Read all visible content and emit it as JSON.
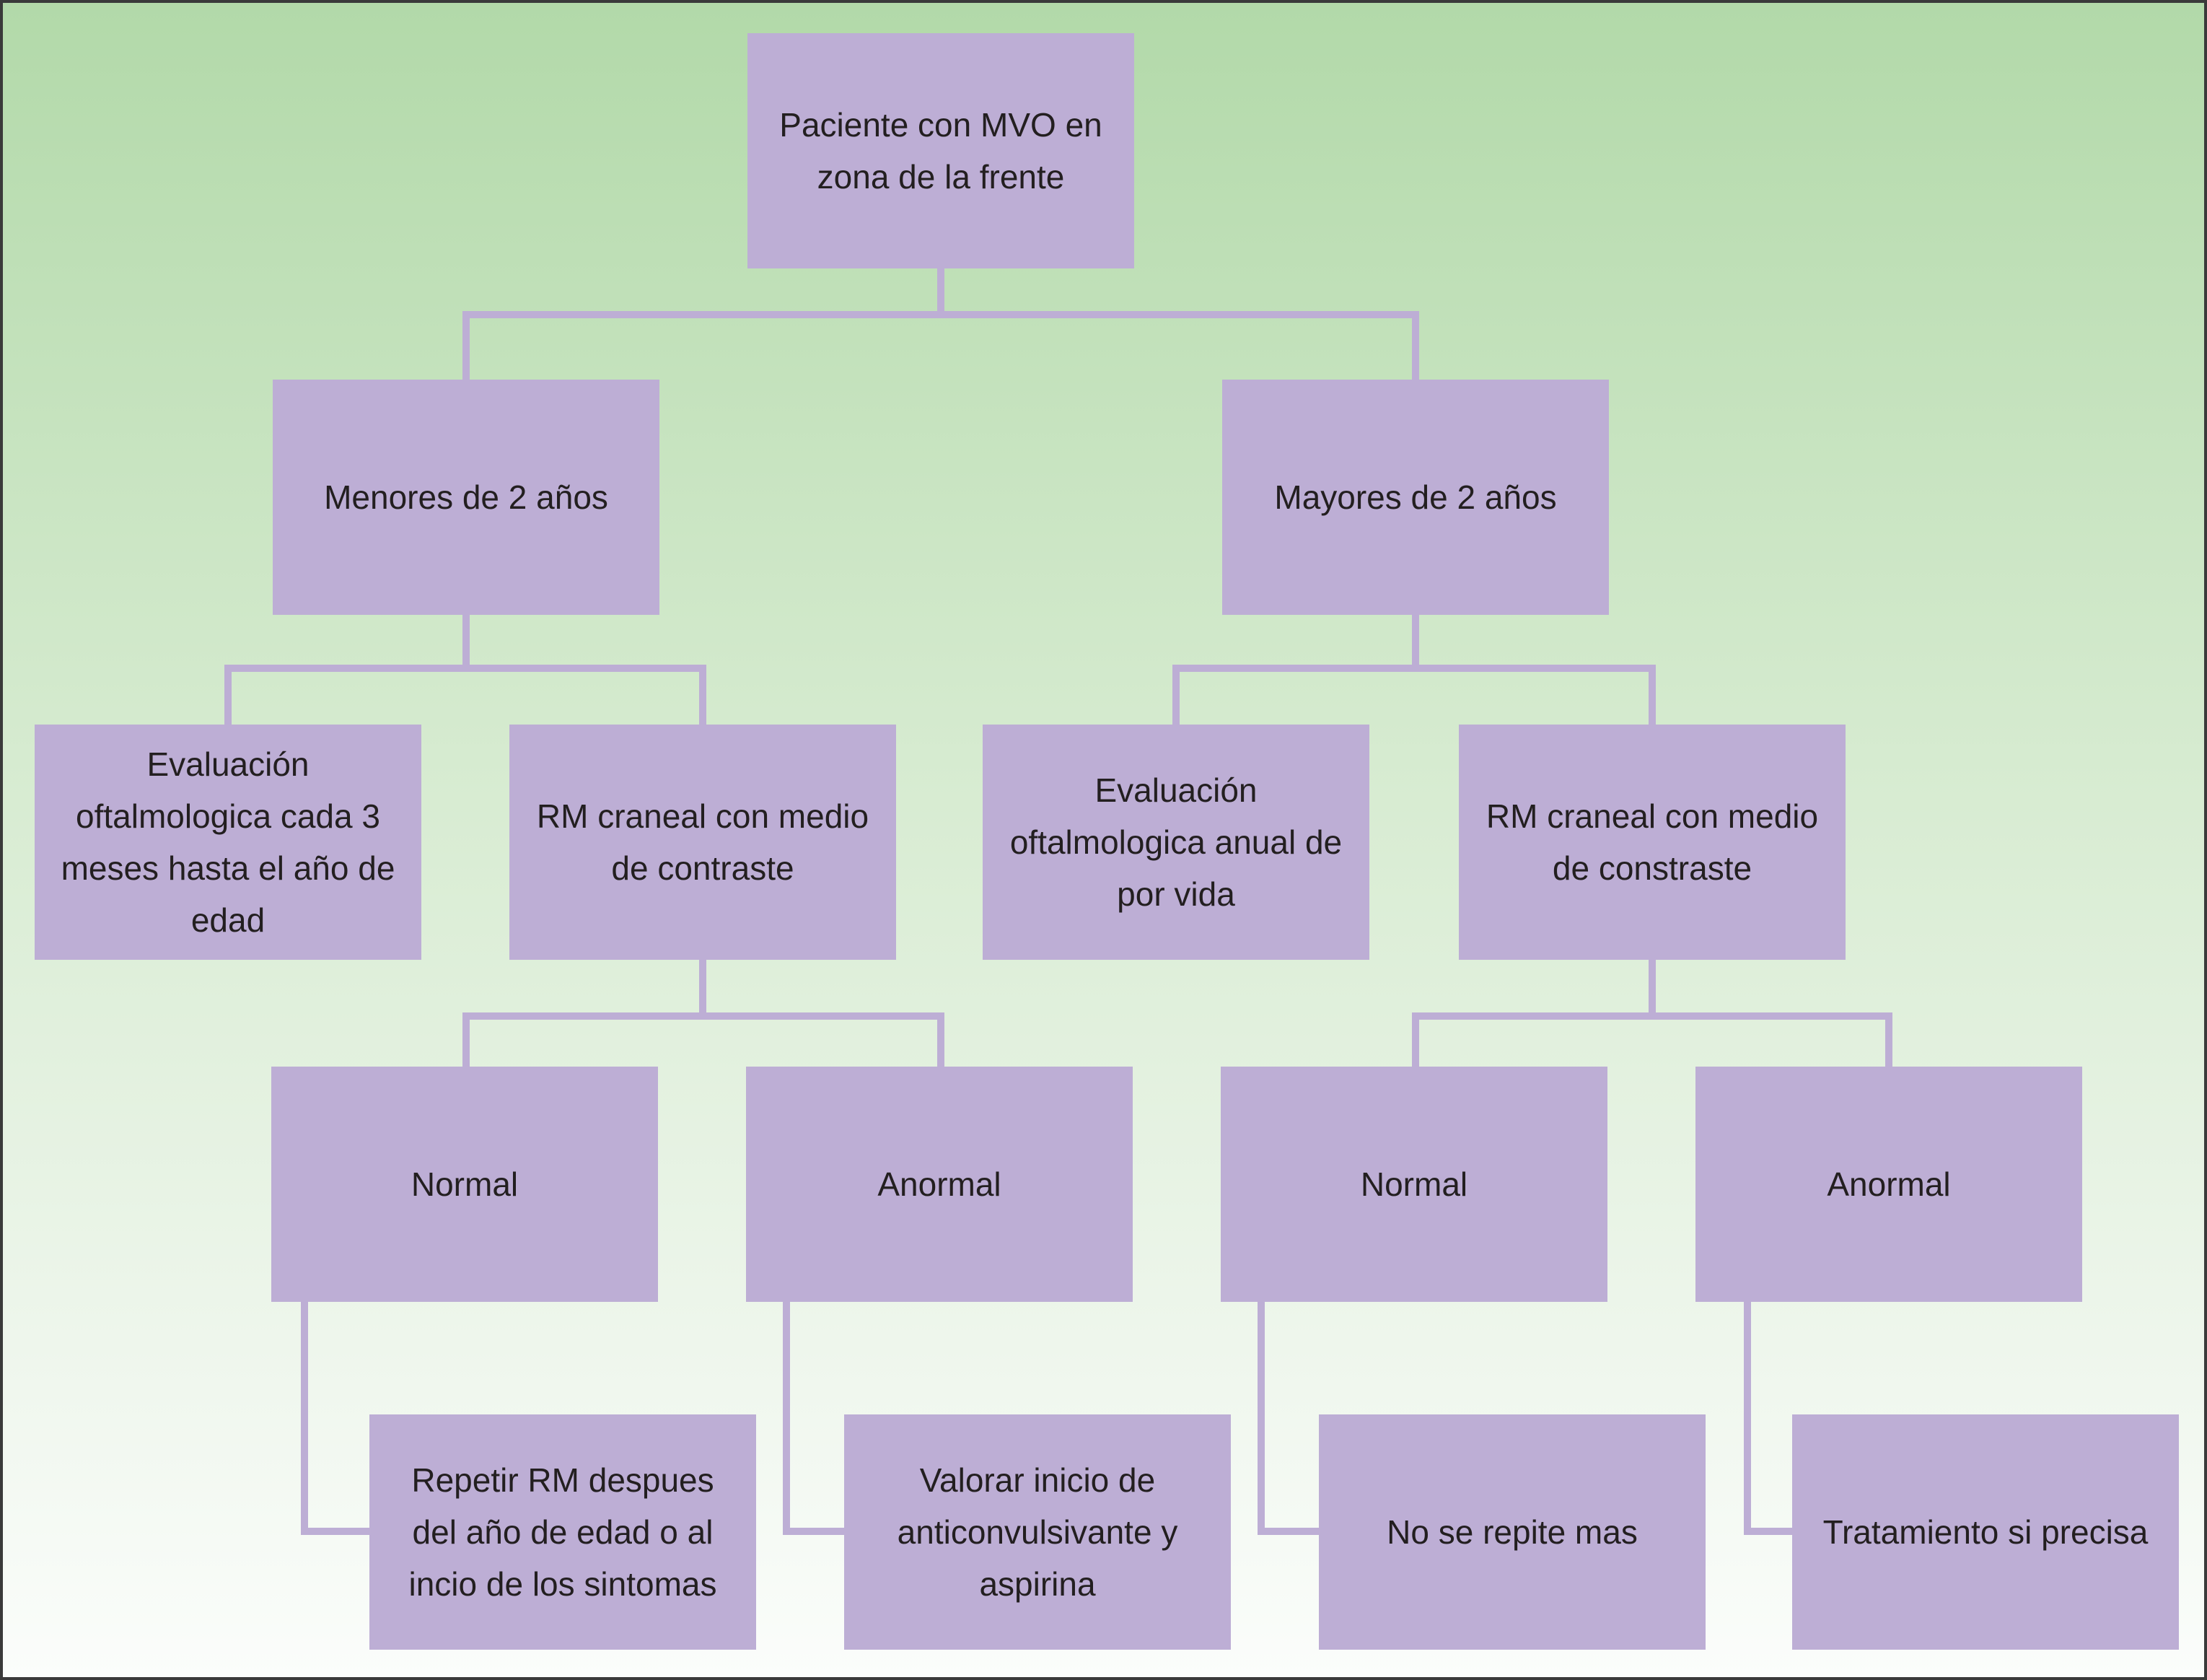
{
  "colors": {
    "node_fill": "#bdaed5",
    "connector": "#bdaed5",
    "text": "#231f20",
    "background_top": "#b2d9a9",
    "background_bottom": "#fbfdfb"
  },
  "nodes": {
    "root": "Paciente con MVO en zona de la frente",
    "under2": "Menores de 2 años",
    "over2": "Mayores de 2 años",
    "eval_under2": "Evaluación oftalmologica cada 3 meses hasta el año de edad",
    "rm_under2": "RM craneal con medio de contraste",
    "eval_over2": "Evaluación oftalmologica anual de por vida",
    "rm_over2": "RM craneal con medio de constraste",
    "normal_under2": "Normal",
    "abnormal_under2": "Anormal",
    "normal_over2": "Normal",
    "abnormal_over2": "Anormal",
    "repeat_rm": "Repetir RM despues del año de edad o al incio de los sintomas",
    "anticonvulsant": "Valorar inicio de anticonvulsivante y aspirina",
    "no_repeat": "No se repite mas",
    "treatment": "Tratamiento si precisa"
  }
}
